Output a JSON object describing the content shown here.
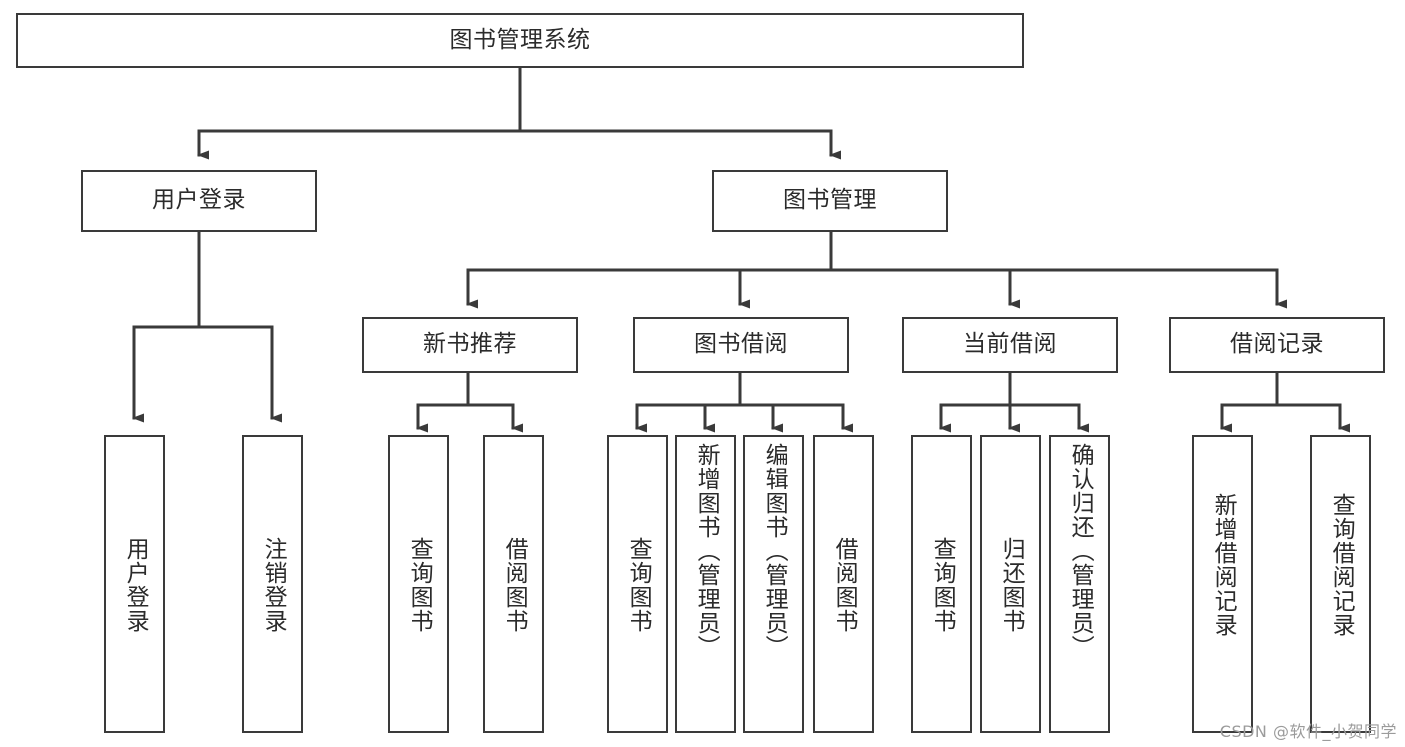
{
  "diagram": {
    "type": "tree-hierarchy-chart",
    "title": "图书管理系统",
    "watermark": "CSDN @软件_小贺同学",
    "colors": {
      "box_border": "#3a3a3a",
      "box_fill": "#ffffff",
      "connector": "#3a3a3a",
      "text": "#2b2b2b",
      "watermark": "#9b9b9b",
      "background": "#ffffff"
    },
    "root": {
      "id": "root",
      "label": "图书管理系统",
      "orientation": "horizontal"
    },
    "level2": [
      {
        "id": "user-login",
        "label": "用户登录",
        "orientation": "horizontal"
      },
      {
        "id": "book-manage",
        "label": "图书管理",
        "orientation": "horizontal"
      }
    ],
    "level3": [
      {
        "id": "new-book-rec",
        "label": "新书推荐",
        "orientation": "horizontal",
        "parent": "book-manage"
      },
      {
        "id": "book-borrow",
        "label": "图书借阅",
        "orientation": "horizontal",
        "parent": "book-manage"
      },
      {
        "id": "current-borrow",
        "label": "当前借阅",
        "orientation": "horizontal",
        "parent": "book-manage"
      },
      {
        "id": "borrow-record",
        "label": "借阅记录",
        "orientation": "horizontal",
        "parent": "book-manage"
      }
    ],
    "leaves": [
      {
        "id": "leaf-user-login",
        "label": "用户登录",
        "parent": "user-login",
        "orientation": "vertical"
      },
      {
        "id": "leaf-user-logout",
        "label": "注销登录",
        "parent": "user-login",
        "orientation": "vertical"
      },
      {
        "id": "leaf-query-book-1",
        "label": "查询图书",
        "parent": "new-book-rec",
        "orientation": "vertical"
      },
      {
        "id": "leaf-borrow-book-1",
        "label": "借阅图书",
        "parent": "new-book-rec",
        "orientation": "vertical"
      },
      {
        "id": "leaf-query-book-2",
        "label": "查询图书",
        "parent": "book-borrow",
        "orientation": "vertical"
      },
      {
        "id": "leaf-add-book",
        "label": "新增图书（管理员）",
        "parent": "book-borrow",
        "orientation": "vertical"
      },
      {
        "id": "leaf-edit-book",
        "label": "编辑图书（管理员）",
        "parent": "book-borrow",
        "orientation": "vertical"
      },
      {
        "id": "leaf-borrow-book-2",
        "label": "借阅图书",
        "parent": "book-borrow",
        "orientation": "vertical"
      },
      {
        "id": "leaf-query-book-3",
        "label": "查询图书",
        "parent": "current-borrow",
        "orientation": "vertical"
      },
      {
        "id": "leaf-return-book",
        "label": "归还图书",
        "parent": "current-borrow",
        "orientation": "vertical"
      },
      {
        "id": "leaf-confirm-return",
        "label": "确认归还（管理员）",
        "parent": "current-borrow",
        "orientation": "vertical"
      },
      {
        "id": "leaf-add-record",
        "label": "新增借阅记录",
        "parent": "borrow-record",
        "orientation": "vertical"
      },
      {
        "id": "leaf-query-record",
        "label": "查询借阅记录",
        "parent": "borrow-record",
        "orientation": "vertical"
      }
    ]
  }
}
